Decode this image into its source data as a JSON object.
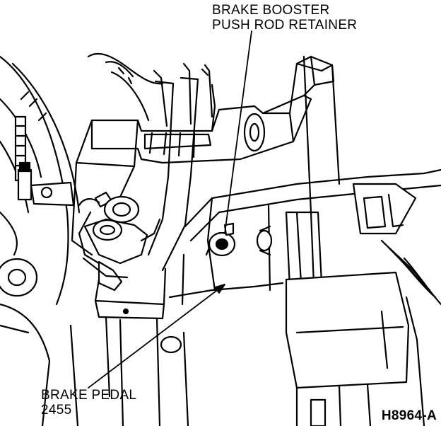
{
  "callouts": {
    "booster_retainer": [
      "BRAKE BOOSTER",
      "PUSH ROD RETAINER"
    ],
    "brake_pedal": [
      "BRAKE PEDAL",
      "2455"
    ]
  },
  "figure_id": "H8964-A",
  "colors": {
    "ink": "#000000",
    "paper": "#ffffff"
  }
}
